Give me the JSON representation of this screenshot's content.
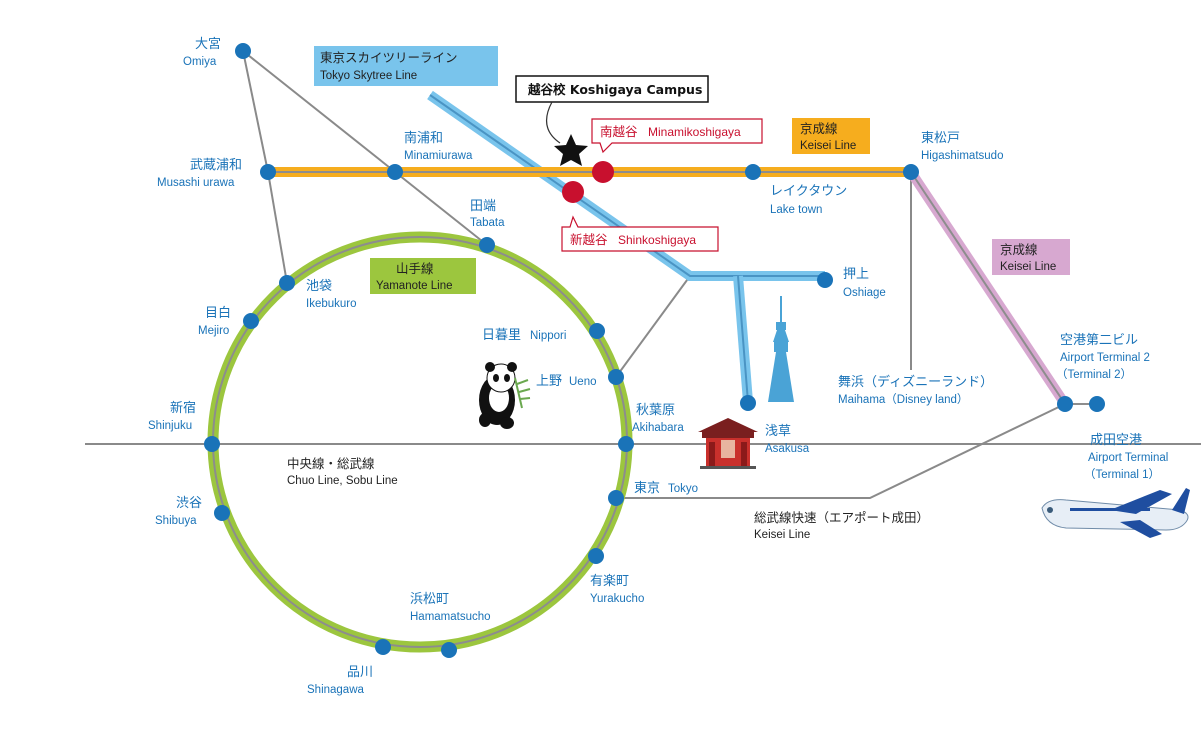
{
  "campus": {
    "label": "越谷校  Koshigaya Campus"
  },
  "lines": {
    "skytree": {
      "jp": "東京スカイツリーライン",
      "en": "Tokyo Skytree Line",
      "color": "#79c4ec"
    },
    "keisei_top": {
      "jp": "京成線",
      "en": "Keisei Line",
      "color": "#f6ad1e"
    },
    "keisei_right": {
      "jp": "京成線",
      "en": "Keisei Line",
      "color": "#d7a8d0"
    },
    "yamanote": {
      "jp": "山手線",
      "en": "Yamanote Line",
      "color": "#9cc63e"
    },
    "chuo": {
      "jp": "中央線・総武線",
      "en": "Chuo Line, Sobu Line"
    },
    "sobu_rapid": {
      "jp": "総武線快速（エアポート成田）",
      "en": "Keisei Line"
    }
  },
  "stations": {
    "omiya": {
      "jp": "大宮",
      "en": "Omiya"
    },
    "musashi_urawa": {
      "jp": "武蔵浦和",
      "en": "Musashi urawa"
    },
    "minamiurawa": {
      "jp": "南浦和",
      "en": "Minamiurawa"
    },
    "minamikoshigaya": {
      "jp": "南越谷",
      "en": "Minamikoshigaya"
    },
    "shinkoshigaya": {
      "jp": "新越谷",
      "en": "Shinkoshigaya"
    },
    "laketown": {
      "jp": "レイクタウン",
      "en": "Lake town"
    },
    "higashimatsudo": {
      "jp": "東松戸",
      "en": "Higashimatsudo"
    },
    "tabata": {
      "jp": "田端",
      "en": "Tabata"
    },
    "ikebukuro": {
      "jp": "池袋",
      "en": "Ikebukuro"
    },
    "mejiro": {
      "jp": "目白",
      "en": "Mejiro"
    },
    "nippori": {
      "jp": "日暮里",
      "en": "Nippori"
    },
    "ueno": {
      "jp": "上野",
      "en": "Ueno"
    },
    "oshiage": {
      "jp": "押上",
      "en": "Oshiage"
    },
    "asakusa": {
      "jp": "浅草",
      "en": "Asakusa"
    },
    "akihabara": {
      "jp": "秋葉原",
      "en": "Akihabara"
    },
    "shinjuku": {
      "jp": "新宿",
      "en": "Shinjuku"
    },
    "tokyo": {
      "jp": "東京",
      "en": "Tokyo"
    },
    "shibuya": {
      "jp": "渋谷",
      "en": "Shibuya"
    },
    "yurakucho": {
      "jp": "有楽町",
      "en": "Yurakucho"
    },
    "hamamatsucho": {
      "jp": "浜松町",
      "en": "Hamamatsucho"
    },
    "shinagawa": {
      "jp": "品川",
      "en": "Shinagawa"
    },
    "maihama": {
      "jp": "舞浜（ディズニーランド）",
      "en": "Maihama（Disney land）"
    },
    "terminal2": {
      "jp": "空港第二ビル",
      "en": "Airport Terminal 2",
      "en2": "（Terminal 2）"
    },
    "narita": {
      "jp": "成田空港",
      "en": "Airport Terminal",
      "en2": "（Terminal 1）"
    }
  },
  "colors": {
    "station": "#1a73b8",
    "highlight": "#c8102e",
    "connector": "#888888"
  },
  "icons": [
    "star-icon",
    "panda-icon",
    "skytree-icon",
    "kaminarimon-gate-icon",
    "airplane-icon"
  ]
}
